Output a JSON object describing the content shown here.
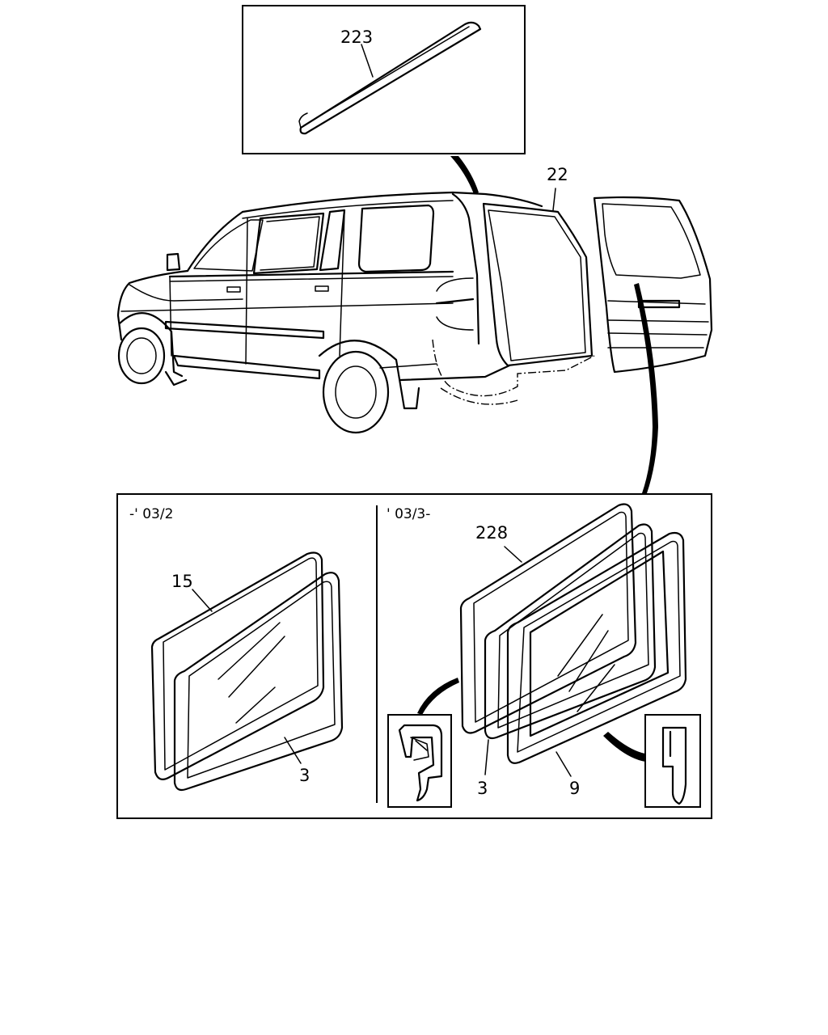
{
  "callouts": {
    "roof_molding": "223",
    "rear_glass": "22",
    "left_seal_outer": "15",
    "left_glass_inner": "3",
    "right_seal_outer": "228",
    "right_glass_inner": "3",
    "right_seal_mid": "9"
  },
  "variants": {
    "left_range": "-' 03/2",
    "right_range": "' 03/3-"
  }
}
